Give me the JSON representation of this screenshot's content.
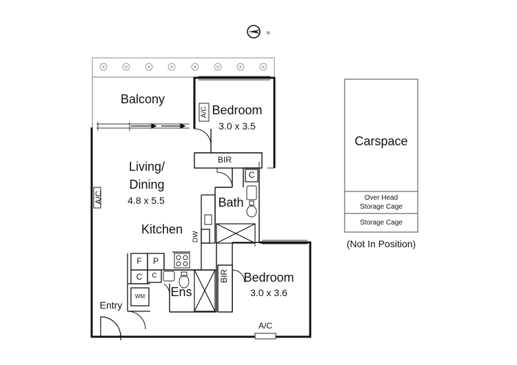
{
  "compass": {
    "letter": "N"
  },
  "rooms": {
    "balcony": "Balcony",
    "bedroom1": {
      "name": "Bedroom",
      "dims": "3.0 x 3.5"
    },
    "living": {
      "name_line1": "Living/",
      "name_line2": "Dining",
      "dims": "4.8 x 5.5"
    },
    "kitchen": "Kitchen",
    "bath": "Bath",
    "bedroom2": {
      "name": "Bedroom",
      "dims": "3.0 x 3.6"
    },
    "ensuite": "Ens",
    "entry": "Entry"
  },
  "fixtures": {
    "bir_top": "BIR",
    "bir_side": "BIR",
    "ac_bedroom1": "A/C",
    "ac_living": "A/C",
    "ac_bedroom2": "A/C",
    "dw": "DW",
    "fridge": "F",
    "pantry": "P",
    "cupboard_kitchen": "C",
    "cupboard_ens": "C",
    "cupboard_bath": "C",
    "wm": "WM"
  },
  "carspace": {
    "title": "Carspace",
    "overhead_line1": "Over Head",
    "overhead_line2": "Storage Cage",
    "storage": "Storage Cage",
    "note": "(Not In Position)"
  },
  "colors": {
    "wall": "#111111",
    "line": "#222222",
    "window": "#555555",
    "plant": "#999999"
  }
}
